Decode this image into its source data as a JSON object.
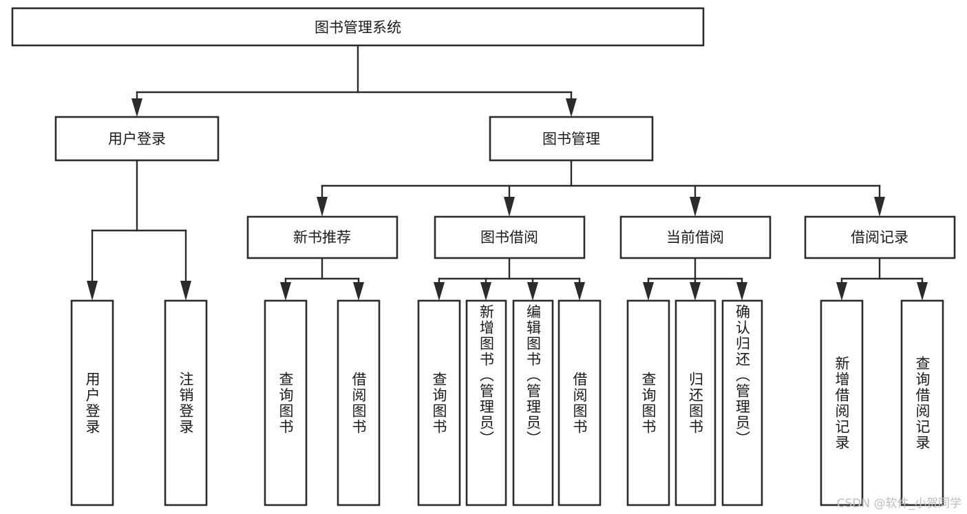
{
  "diagram": {
    "type": "tree",
    "title": "图书管理系统",
    "watermark": "CSDN @软件_小贺同学",
    "root": {
      "label": "图书管理系统",
      "orientation": "horizontal"
    },
    "level2": [
      {
        "label": "用户登录",
        "orientation": "horizontal"
      },
      {
        "label": "图书管理",
        "orientation": "horizontal"
      }
    ],
    "level3": [
      {
        "label": "新书推荐",
        "orientation": "horizontal"
      },
      {
        "label": "图书借阅",
        "orientation": "horizontal"
      },
      {
        "label": "当前借阅",
        "orientation": "horizontal"
      },
      {
        "label": "借阅记录",
        "orientation": "horizontal"
      }
    ],
    "leaves": {
      "user_login": [
        {
          "label": "用户登录",
          "orientation": "vertical"
        },
        {
          "label": "注销登录",
          "orientation": "vertical"
        }
      ],
      "new_book_recommend": [
        {
          "label": "查询图书",
          "orientation": "vertical"
        },
        {
          "label": "借阅图书",
          "orientation": "vertical"
        }
      ],
      "book_borrow": [
        {
          "label": "查询图书",
          "orientation": "vertical"
        },
        {
          "label": "新增图书（管理员）",
          "orientation": "vertical"
        },
        {
          "label": "编辑图书（管理员）",
          "orientation": "vertical"
        },
        {
          "label": "借阅图书",
          "orientation": "vertical"
        }
      ],
      "current_borrow": [
        {
          "label": "查询图书",
          "orientation": "vertical"
        },
        {
          "label": "归还图书",
          "orientation": "vertical"
        },
        {
          "label": "确认归还（管理员）",
          "orientation": "vertical"
        }
      ],
      "borrow_record": [
        {
          "label": "新增借阅记录",
          "orientation": "vertical"
        },
        {
          "label": "查询借阅记录",
          "orientation": "vertical"
        }
      ]
    },
    "colors": {
      "stroke": "#2b2b2b",
      "fill": "#ffffff",
      "text": "#1a1a1a",
      "watermark": "#bdbdbd"
    }
  }
}
